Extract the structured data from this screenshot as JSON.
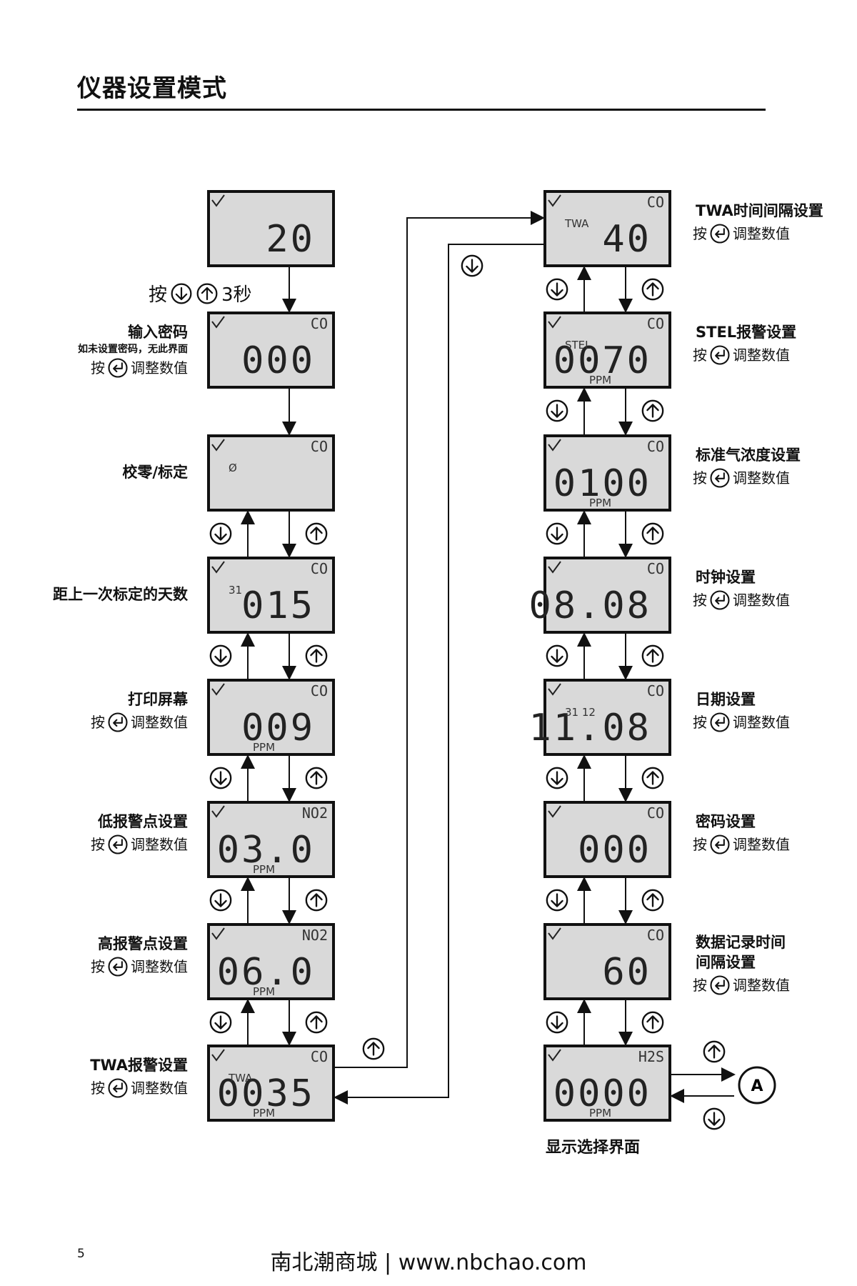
{
  "page": {
    "title": "仪器设置模式",
    "page_number": "5",
    "watermark": "南北潮商城 | www.nbchao.com"
  },
  "start_note": {
    "press": "按",
    "time": "3秒"
  },
  "left_column": [
    {
      "id": "clock-start",
      "label": "",
      "sub": "",
      "note": "",
      "lcd": {
        "gas": "",
        "digits": "20",
        "unit": "",
        "small": ""
      }
    },
    {
      "id": "password-input",
      "label": "输入密码",
      "note": "如未设置密码，无此界面",
      "sub": "调整数值",
      "lcd": {
        "gas": "CO",
        "digits": "000",
        "unit": "",
        "small": ""
      }
    },
    {
      "id": "zero-span",
      "label": "校零/标定",
      "note": "",
      "sub": "",
      "lcd": {
        "gas": "CO",
        "digits": "",
        "unit": "",
        "small": "Ø"
      }
    },
    {
      "id": "days-since-cal",
      "label": "距上一次标定的天数",
      "note": "",
      "sub": "",
      "lcd": {
        "gas": "CO",
        "digits": "015",
        "unit": "",
        "small": "31"
      }
    },
    {
      "id": "print-screen",
      "label": "打印屏幕",
      "note": "",
      "sub": "调整数值",
      "lcd": {
        "gas": "CO",
        "digits": "009",
        "unit": "PPM",
        "small": ""
      }
    },
    {
      "id": "low-alarm",
      "label": "低报警点设置",
      "note": "",
      "sub": "调整数值",
      "lcd": {
        "gas": "NO2",
        "digits": "03.0",
        "unit": "PPM",
        "small": ""
      }
    },
    {
      "id": "high-alarm",
      "label": "高报警点设置",
      "note": "",
      "sub": "调整数值",
      "lcd": {
        "gas": "NO2",
        "digits": "06.0",
        "unit": "PPM",
        "small": ""
      }
    },
    {
      "id": "twa-alarm",
      "label": "TWA报警设置",
      "note": "",
      "sub": "调整数值",
      "lcd": {
        "gas": "CO",
        "digits": "0035",
        "unit": "PPM",
        "small": "TWA"
      }
    }
  ],
  "right_column": [
    {
      "id": "twa-interval",
      "label": "TWA时间间隔设置",
      "sub": "调整数值",
      "lcd": {
        "gas": "CO",
        "digits": "40",
        "unit": "",
        "small": "TWA"
      }
    },
    {
      "id": "stel-alarm",
      "label": "STEL报警设置",
      "sub": "调整数值",
      "lcd": {
        "gas": "CO",
        "digits": "0070",
        "unit": "PPM",
        "small": "STEL"
      }
    },
    {
      "id": "cal-gas-conc",
      "label": "标准气浓度设置",
      "sub": "调整数值",
      "lcd": {
        "gas": "CO",
        "digits": "0100",
        "unit": "PPM",
        "small": ""
      }
    },
    {
      "id": "clock-set",
      "label": "时钟设置",
      "sub": "调整数值",
      "lcd": {
        "gas": "CO",
        "digits": "08.08",
        "unit": "",
        "small": ""
      }
    },
    {
      "id": "date-set",
      "label": "日期设置",
      "sub": "调整数值",
      "lcd": {
        "gas": "CO",
        "digits": "11.08",
        "unit": "",
        "small": "31 12"
      }
    },
    {
      "id": "password-set",
      "label": "密码设置",
      "sub": "调整数值",
      "lcd": {
        "gas": "CO",
        "digits": "000",
        "unit": "",
        "small": ""
      }
    },
    {
      "id": "datalog-interval",
      "label": "数据记录时间间隔设置",
      "label_line1": "数据记录时间",
      "label_line2": "间隔设置",
      "sub": "调整数值",
      "lcd": {
        "gas": "CO",
        "digits": "60",
        "unit": "",
        "small": ""
      }
    },
    {
      "id": "display-select",
      "label": "显示选择界面",
      "sub": "",
      "lcd": {
        "gas": "H2S",
        "digits": "0000",
        "unit": "PPM",
        "small": ""
      }
    }
  ],
  "sub_prefix": "按",
  "connector_a": "A",
  "icons": [
    "down-button-icon",
    "up-button-icon",
    "enter-button-icon",
    "clock-icon",
    "speaker-icon",
    "lock-icon",
    "cylinder-icon",
    "calendar-icon",
    "printer-icon",
    "battery-icon",
    "check-icon"
  ]
}
